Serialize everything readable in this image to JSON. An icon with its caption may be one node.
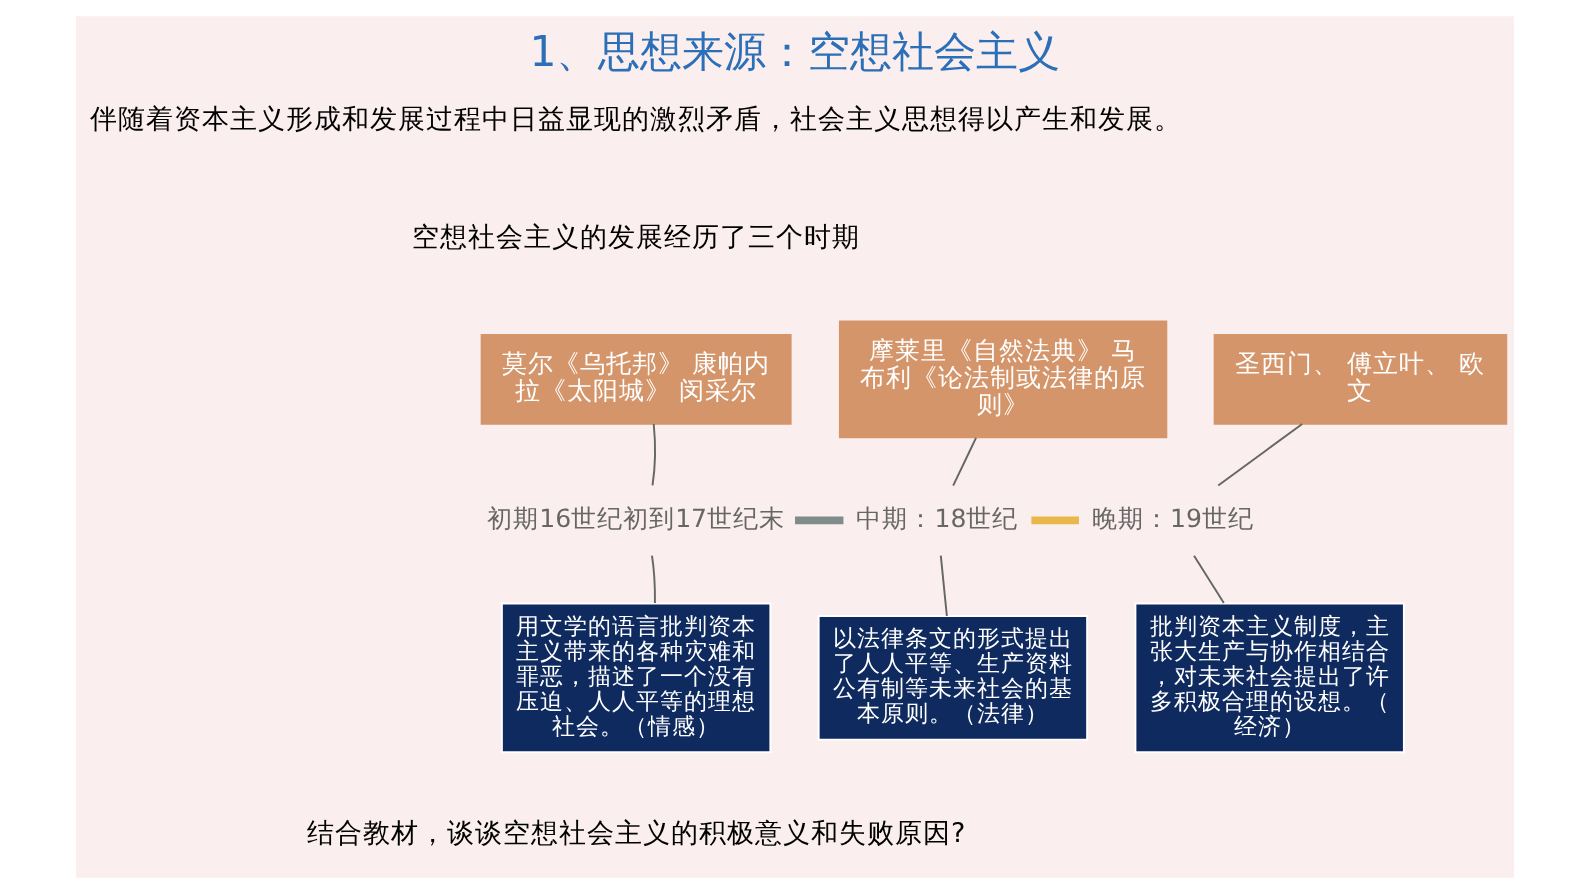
{
  "diagram": {
    "title": "1、思想来源：空想社会主义",
    "nodes": [
      {
        "text": [
          "初期16世纪初到17世纪末"
        ]
      },
      {
        "text": [
          "莫尔《乌托邦》 康帕内拉《太阳城》 闵采尔"
        ]
      },
      {
        "text": [
          "用文学的语言批判资本主义带来的各种灾难和罪恶，描述了一个没有压迫、人人平等的理想社会。（情感）"
        ]
      },
      {
        "text": [
          "中期：18世纪"
        ]
      },
      {
        "text": [
          "摩莱里《自然法典》 马布利《论法制或法律的原则》"
        ]
      },
      {
        "text": [
          "以法律条文的形式提出了人人平等、生产资料公有制等未来社会的基本原则。（法律）"
        ]
      },
      {
        "text": [
          "晚期：19世纪"
        ]
      },
      {
        "text": [
          "圣西门、 傅立叶、 欧文"
        ]
      },
      {
        "text": [
          "批判资本主义制度，主张大生产与协作相结合，对未来社会提出了许多积极合理的设想。（经济）"
        ]
      }
    ],
    "edges": [
      {
        "from": 0,
        "to": 1,
        "arrow": "none"
      },
      {
        "from": 0,
        "to": 2,
        "arrow": "none"
      },
      {
        "from": 0,
        "to": 3,
        "arrow": "none",
        "style": "thick",
        "color": "#7f8c8a"
      },
      {
        "from": 3,
        "to": 4,
        "arrow": "none"
      },
      {
        "from": 3,
        "to": 5,
        "arrow": "none"
      },
      {
        "from": 3,
        "to": 6,
        "arrow": "none",
        "style": "thick",
        "color": "#e8b84a"
      },
      {
        "from": 6,
        "to": 7,
        "arrow": "none"
      },
      {
        "from": 6,
        "to": 8,
        "arrow": "none"
      }
    ],
    "labels": [
      "伴随着资本主义形成和发展过程中日益显现的激烈矛盾，社会主义思想得以产生和发展。",
      "空想社会主义的发展经历了三个时期",
      "结合教材，谈谈空想社会主义的积极意义和失败原因?"
    ]
  }
}
